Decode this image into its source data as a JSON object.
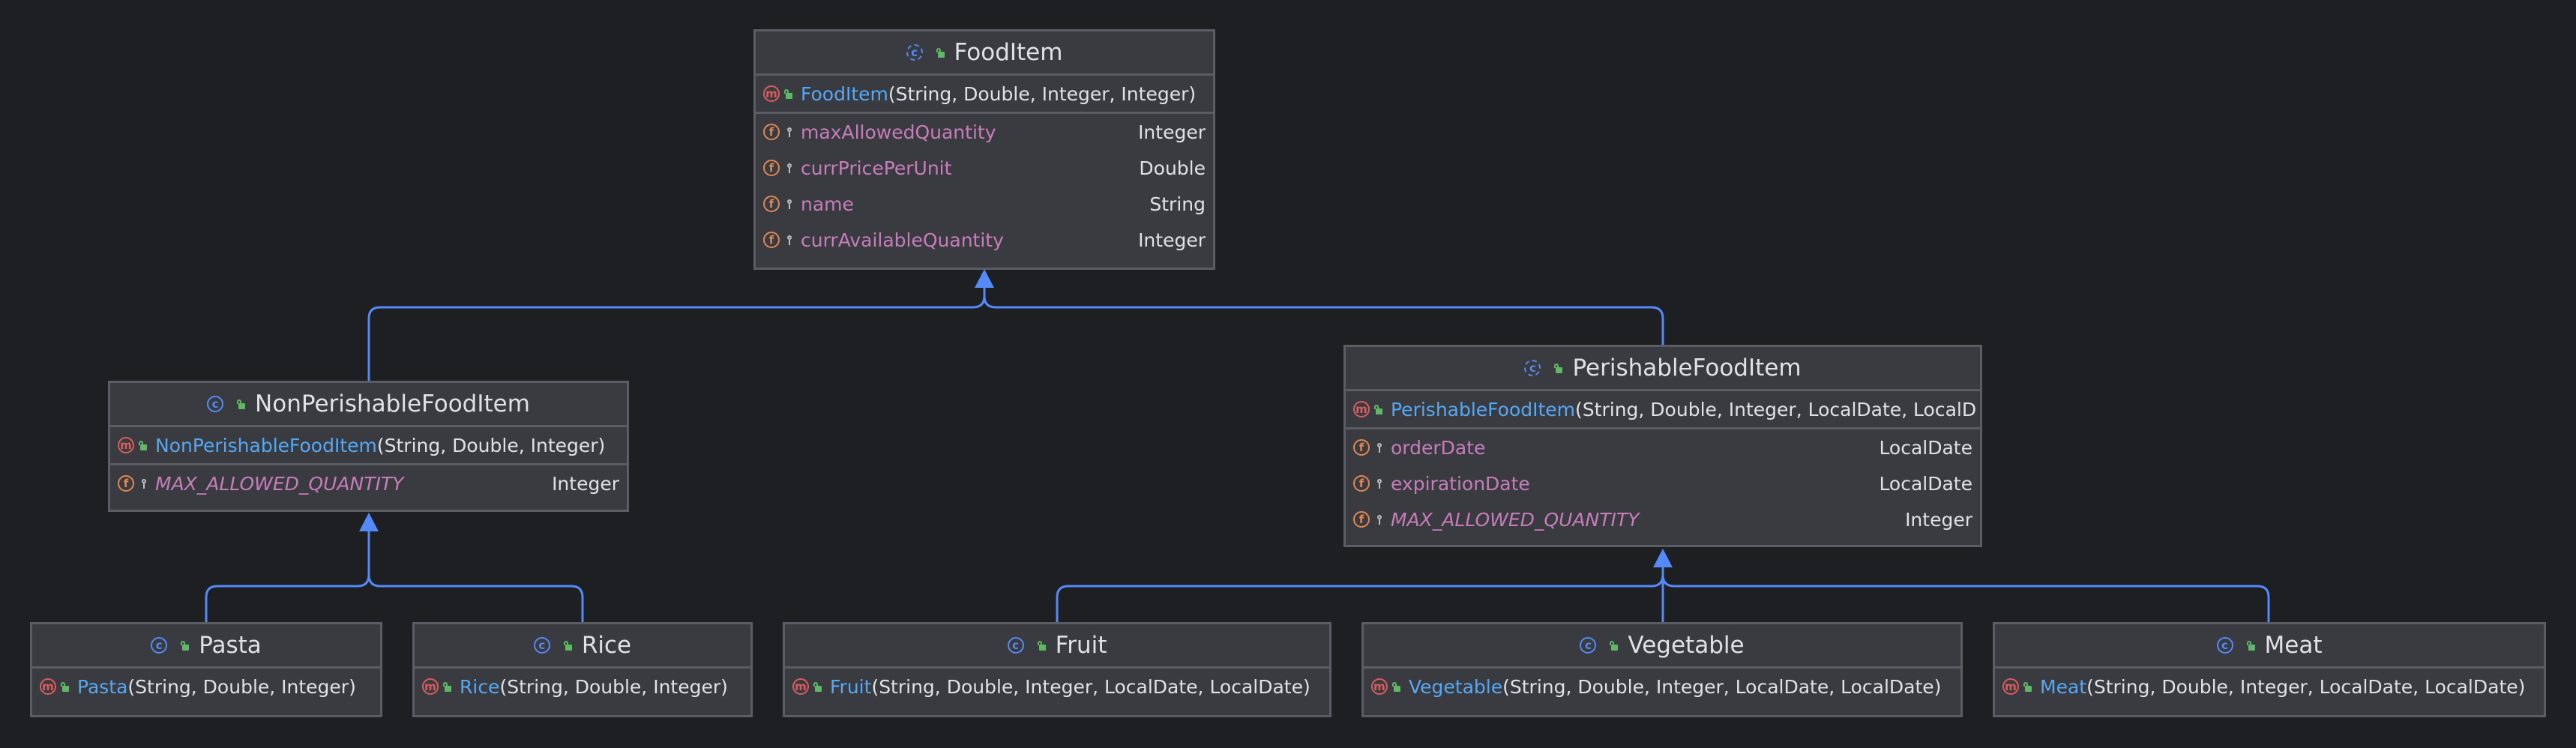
{
  "colors": {
    "background": "#1e1f22",
    "node": "#393b40",
    "border": "#5a5d63",
    "edge": "#548af7",
    "constructor": "#56a8f5",
    "field": "#c77dbb"
  },
  "classes": {
    "food_item": {
      "name": "FoodItem",
      "ctor_name": "FoodItem",
      "ctor_params": "(String, Double, Integer, Integer)",
      "fields": [
        {
          "name": "maxAllowedQuantity",
          "type": "Integer"
        },
        {
          "name": "currPricePerUnit",
          "type": "Double"
        },
        {
          "name": "name",
          "type": "String"
        },
        {
          "name": "currAvailableQuantity",
          "type": "Integer"
        }
      ]
    },
    "non_perishable": {
      "name": "NonPerishableFoodItem",
      "ctor_name": "NonPerishableFoodItem",
      "ctor_params": "(String, Double, Integer)",
      "fields": [
        {
          "name": "MAX_ALLOWED_QUANTITY",
          "type": "Integer"
        }
      ]
    },
    "perishable": {
      "name": "PerishableFoodItem",
      "ctor_name": "PerishableFoodItem",
      "ctor_params": "(String, Double, Integer, LocalDate, LocalD",
      "fields": [
        {
          "name": "orderDate",
          "type": "LocalDate"
        },
        {
          "name": "expirationDate",
          "type": "LocalDate"
        },
        {
          "name": "MAX_ALLOWED_QUANTITY",
          "type": "Integer"
        }
      ]
    },
    "pasta": {
      "name": "Pasta",
      "ctor_name": "Pasta",
      "ctor_params": "(String, Double, Integer)"
    },
    "rice": {
      "name": "Rice",
      "ctor_name": "Rice",
      "ctor_params": "(String, Double, Integer)"
    },
    "fruit": {
      "name": "Fruit",
      "ctor_name": "Fruit",
      "ctor_params": "(String, Double, Integer, LocalDate, LocalDate)"
    },
    "vegetable": {
      "name": "Vegetable",
      "ctor_name": "Vegetable",
      "ctor_params": "(String, Double, Integer, LocalDate, LocalDate)"
    },
    "meat": {
      "name": "Meat",
      "ctor_name": "Meat",
      "ctor_params": "(String, Double, Integer, LocalDate, LocalDate)"
    }
  },
  "icons": {
    "class": "class-icon",
    "abstract_class": "abstract-class-icon",
    "method": "method-icon",
    "field": "field-icon",
    "public": "public-visibility-icon",
    "private": "private-visibility-icon"
  }
}
